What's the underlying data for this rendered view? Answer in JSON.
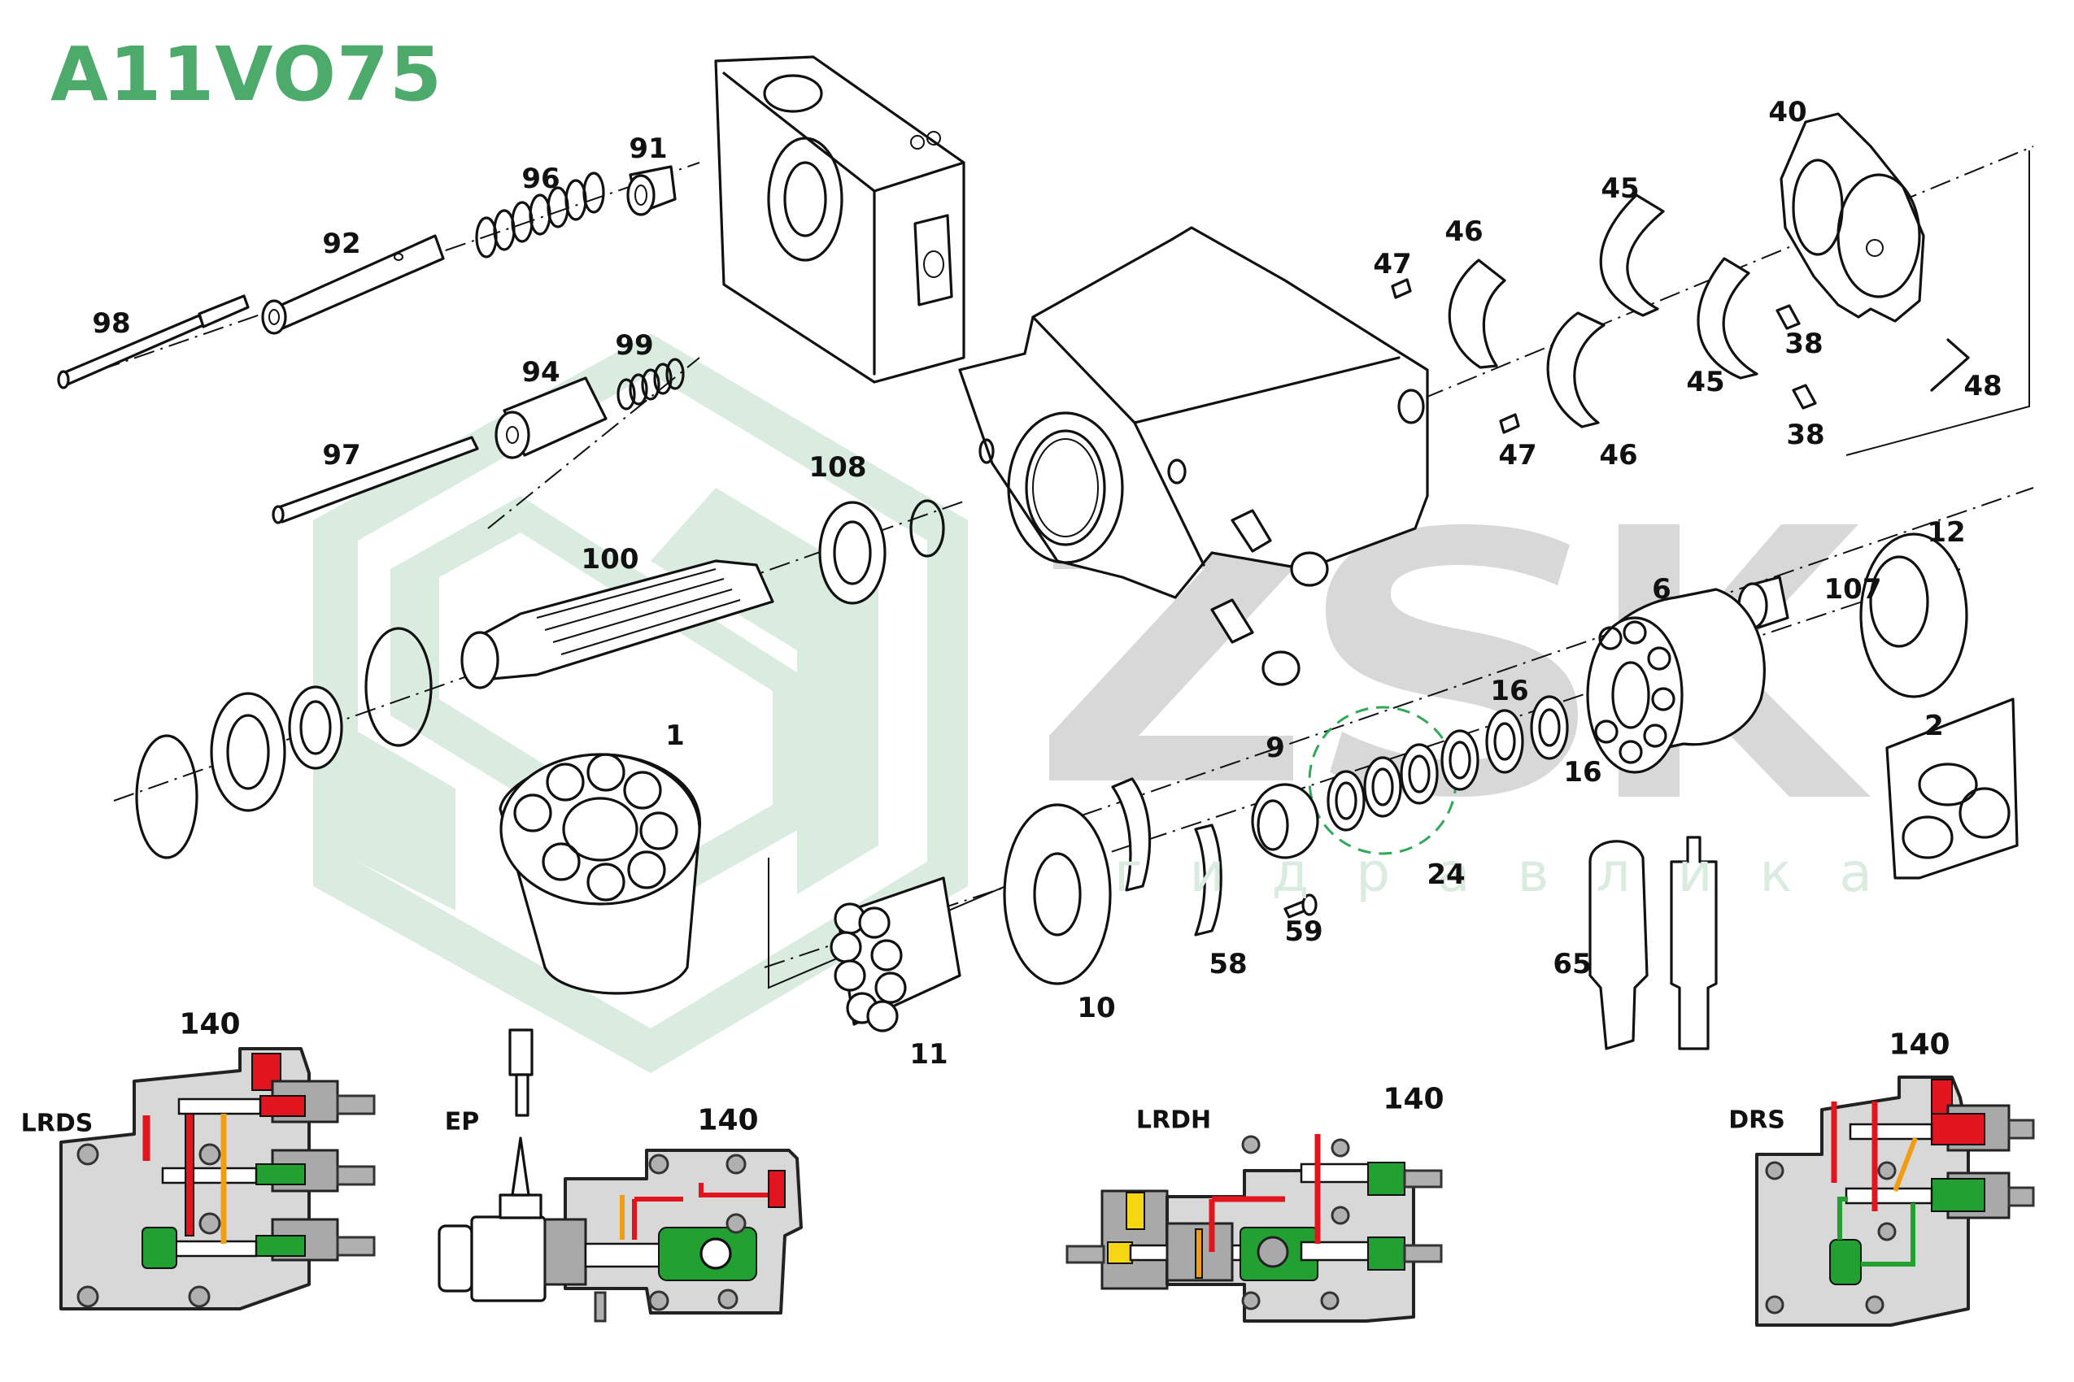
{
  "title": "A11VO75",
  "watermark": {
    "logo_text": "ZSK",
    "subtitle": "гидравлика",
    "logo_color": "#d8d8d8",
    "accent_color": "#d9ecdf"
  },
  "colors": {
    "title": "#4caa6a",
    "pressure_red": "#e2141d",
    "tank_green": "#22a032",
    "pilot_orange": "#f29c12",
    "yellow": "#f6d512",
    "housing_gray": "#d8d8d8",
    "seal_kit_circle": "#2fa858"
  },
  "parts": [
    {
      "id": "98",
      "label": "98",
      "name": "pin"
    },
    {
      "id": "92",
      "label": "92",
      "name": "piston"
    },
    {
      "id": "96",
      "label": "96",
      "name": "spring"
    },
    {
      "id": "91",
      "label": "91",
      "name": "bushing"
    },
    {
      "id": "94",
      "label": "94",
      "name": "piston-sleeve"
    },
    {
      "id": "99",
      "label": "99",
      "name": "spring-small"
    },
    {
      "id": "97",
      "label": "97",
      "name": "rod"
    },
    {
      "id": "108",
      "label": "108",
      "name": "ball-bearing"
    },
    {
      "id": "100",
      "label": "100",
      "name": "drive-shaft"
    },
    {
      "id": "1",
      "label": "1",
      "name": "rotary-group"
    },
    {
      "id": "47a",
      "label": "47",
      "name": "dowel-pin-upper"
    },
    {
      "id": "46a",
      "label": "46",
      "name": "bearing-shell-upper"
    },
    {
      "id": "45a",
      "label": "45",
      "name": "roller-cage-upper"
    },
    {
      "id": "40",
      "label": "40",
      "name": "swashplate"
    },
    {
      "id": "38a",
      "label": "38",
      "name": "pin-upper"
    },
    {
      "id": "45b",
      "label": "45",
      "name": "roller-cage-lower"
    },
    {
      "id": "38b",
      "label": "38",
      "name": "pin-lower"
    },
    {
      "id": "48",
      "label": "48",
      "name": "lever-pin"
    },
    {
      "id": "47b",
      "label": "47",
      "name": "dowel-pin-lower"
    },
    {
      "id": "46b",
      "label": "46",
      "name": "bearing-shell-lower"
    },
    {
      "id": "12",
      "label": "12",
      "name": "control-plate"
    },
    {
      "id": "107",
      "label": "107",
      "name": "needle-bearing"
    },
    {
      "id": "6",
      "label": "6",
      "name": "cylinder-block"
    },
    {
      "id": "16a",
      "label": "16",
      "name": "washer-upper"
    },
    {
      "id": "16b",
      "label": "16",
      "name": "washer-lower"
    },
    {
      "id": "9",
      "label": "9",
      "name": "retaining-ball"
    },
    {
      "id": "24",
      "label": "24",
      "name": "disc-spring-set"
    },
    {
      "id": "2",
      "label": "2",
      "name": "seal-kit"
    },
    {
      "id": "59",
      "label": "59",
      "name": "screw"
    },
    {
      "id": "58",
      "label": "58",
      "name": "guide-segment"
    },
    {
      "id": "65",
      "label": "65",
      "name": "adjustment-piston"
    },
    {
      "id": "10",
      "label": "10",
      "name": "retaining-plate"
    },
    {
      "id": "11",
      "label": "11",
      "name": "piston-set"
    },
    {
      "id": "140_kit",
      "label": "140",
      "name": "control-valve-top"
    }
  ],
  "controls": [
    {
      "code": "LRDS",
      "part": "140"
    },
    {
      "code": "EP",
      "part": "140"
    },
    {
      "code": "LRDH",
      "part": "140"
    },
    {
      "code": "DRS",
      "part": "140"
    }
  ]
}
